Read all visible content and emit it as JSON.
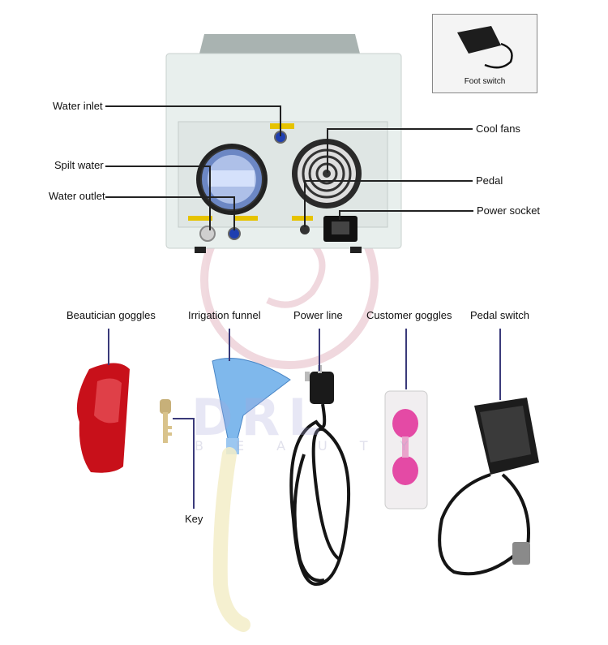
{
  "inset": {
    "caption": "Foot switch"
  },
  "machine_labels": {
    "water_inlet": "Water inlet",
    "spilt_water": "Spilt water",
    "water_outlet": "Water outlet",
    "cool_fans": "Cool fans",
    "pedal": "Pedal",
    "power_socket": "Power socket"
  },
  "accessory_labels": {
    "beautician_goggles": "Beautician goggles",
    "irrigation_funnel": "Irrigation funnel",
    "power_line": "Power line",
    "customer_goggles": "Customer goggles",
    "pedal_switch": "Pedal switch",
    "key": "Key"
  },
  "watermark": {
    "logo": "DRL",
    "tagline": "BEAUTY"
  },
  "colors": {
    "machine_body": "#e8efed",
    "panel": "#dfe6e4",
    "goggles_red": "#c8101a",
    "funnel_blue": "#7fb8ec",
    "pointer_line": "#3a3a7a",
    "cable": "#151515"
  }
}
